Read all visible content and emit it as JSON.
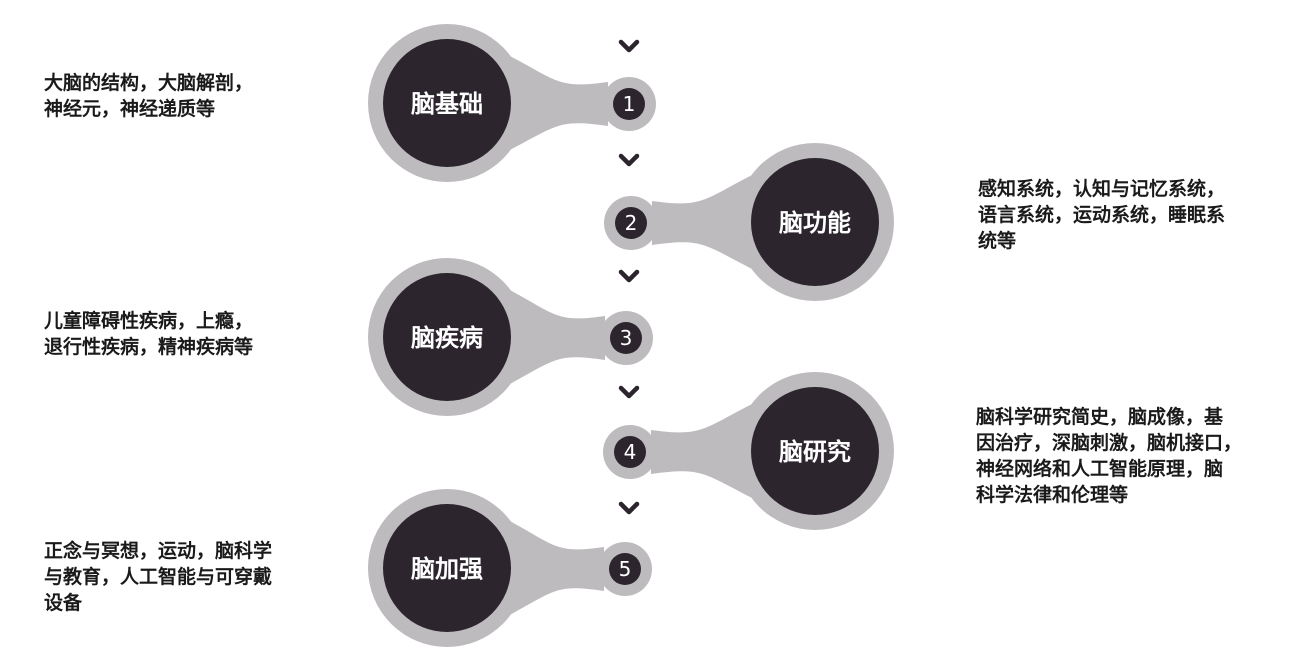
{
  "colors": {
    "bubble_ring": "#bebbbf",
    "bubble_fill": "#2c252e",
    "text_on_bubble": "#ffffff",
    "chevron": "#2c252e",
    "desc_text": "#1a1a1a"
  },
  "stages": [
    {
      "number": "1",
      "title": "脑基础",
      "side": "left",
      "description": [
        "大脑的结构，大脑解剖，",
        "神经元，神经递质等"
      ]
    },
    {
      "number": "2",
      "title": "脑功能",
      "side": "right",
      "description": [
        "感知系统，认知与记忆系统，",
        "语言系统，运动系统，睡眠系",
        "统等"
      ]
    },
    {
      "number": "3",
      "title": "脑疾病",
      "side": "left",
      "description": [
        "儿童障碍性疾病，上瘾，",
        "退行性疾病，精神疾病等"
      ]
    },
    {
      "number": "4",
      "title": "脑研究",
      "side": "right",
      "description": [
        "脑科学研究简史，脑成像，基",
        "因治疗，深脑刺激，脑机接口，",
        "神经网络和人工智能原理，脑",
        "科学法律和伦理等"
      ]
    },
    {
      "number": "5",
      "title": "脑加强",
      "side": "left",
      "description": [
        "正念与冥想，运动，脑科学",
        "与教育，人工智能与可穿戴",
        "设备"
      ]
    }
  ],
  "chevron_icon": "chevron-down-icon"
}
